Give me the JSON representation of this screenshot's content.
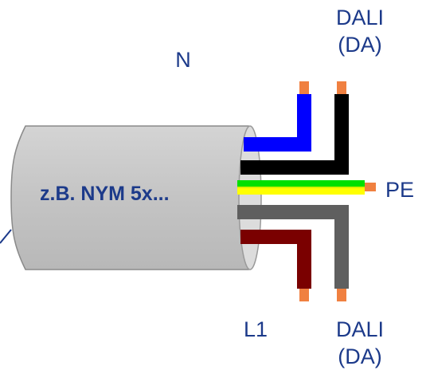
{
  "cable": {
    "label": "z.B. NYM 5x..."
  },
  "wires": {
    "n": {
      "label": "N",
      "color": "#0000ff"
    },
    "da_top": {
      "label1": "DALI",
      "label2": "(DA)",
      "color": "#000000"
    },
    "pe": {
      "label": "PE",
      "color_green": "#00e000",
      "color_yellow": "#ffff00"
    },
    "da_bottom": {
      "label1": "DALI",
      "label2": "(DA)",
      "color": "#5f5f5f"
    },
    "l1": {
      "label": "L1",
      "color": "#7a0000"
    }
  },
  "colors": {
    "sheath": "#c8c8c8",
    "tip": "#f08040",
    "text": "#1c3a8a"
  }
}
